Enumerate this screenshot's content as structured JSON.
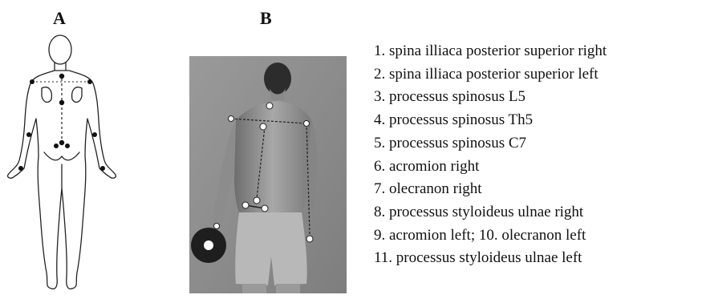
{
  "panels": {
    "a": "A",
    "b": "B"
  },
  "legend": [
    "1. spina illiaca posterior superior right",
    "2. spina illiaca posterior superior left",
    "3. processus spinosus L5",
    "4. processus spinosus Th5",
    "5. processus spinosus C7",
    "6. acromion right",
    "7. olecranon right",
    "8. processus styloideus ulnae right",
    "9. acromion left; 10. olecranon left",
    "11. processus styloideus ulnae left"
  ]
}
